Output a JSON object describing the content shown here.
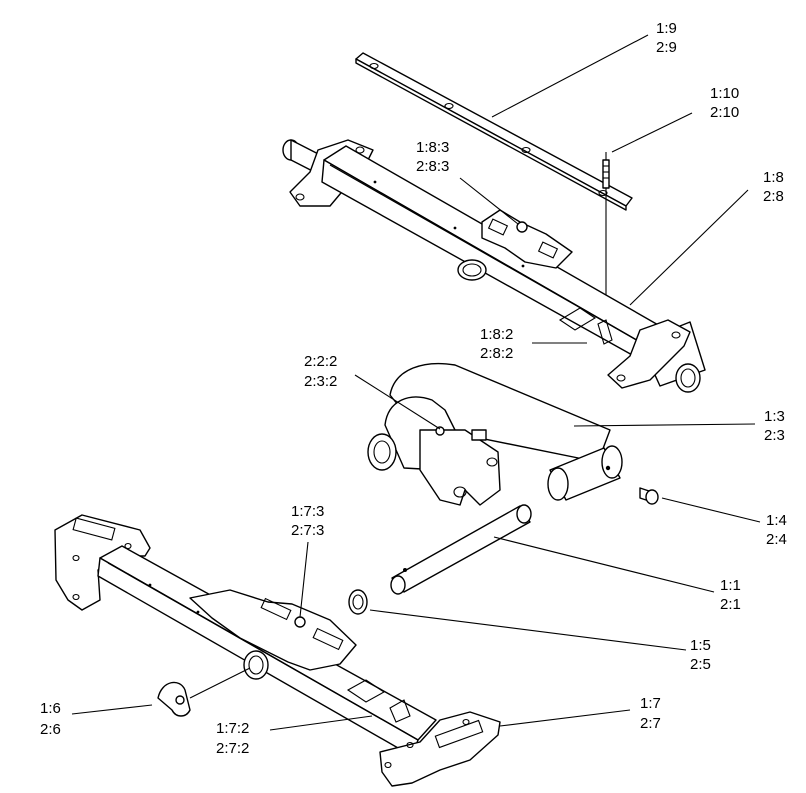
{
  "diagram": {
    "type": "exploded-parts-view",
    "callouts": [
      {
        "id": "c-1-9",
        "lines": [
          "1:9",
          "2:9"
        ]
      },
      {
        "id": "c-1-10",
        "lines": [
          "1:10",
          "2:10"
        ]
      },
      {
        "id": "c-1-8-3",
        "lines": [
          "1:8:3",
          "2:8:3"
        ]
      },
      {
        "id": "c-1-8",
        "lines": [
          "1:8",
          "2:8"
        ]
      },
      {
        "id": "c-1-8-2",
        "lines": [
          "1:8:2",
          "2:8:2"
        ]
      },
      {
        "id": "c-2-2-2",
        "lines": [
          "2:2:2",
          "2:3:2"
        ]
      },
      {
        "id": "c-1-3",
        "lines": [
          "1:3",
          "2:3"
        ]
      },
      {
        "id": "c-1-4",
        "lines": [
          "1:4",
          "2:4"
        ]
      },
      {
        "id": "c-1-7-3",
        "lines": [
          "1:7:3",
          "2:7:3"
        ]
      },
      {
        "id": "c-1-1",
        "lines": [
          "1:1",
          "2:1"
        ]
      },
      {
        "id": "c-1-5",
        "lines": [
          "1:5",
          "2:5"
        ]
      },
      {
        "id": "c-1-6",
        "lines": [
          "1:6",
          "2:6"
        ]
      },
      {
        "id": "c-1-7-2",
        "lines": [
          "1:7:2",
          "2:7:2"
        ]
      },
      {
        "id": "c-1-7",
        "lines": [
          "1:7",
          "2:7"
        ]
      }
    ]
  }
}
